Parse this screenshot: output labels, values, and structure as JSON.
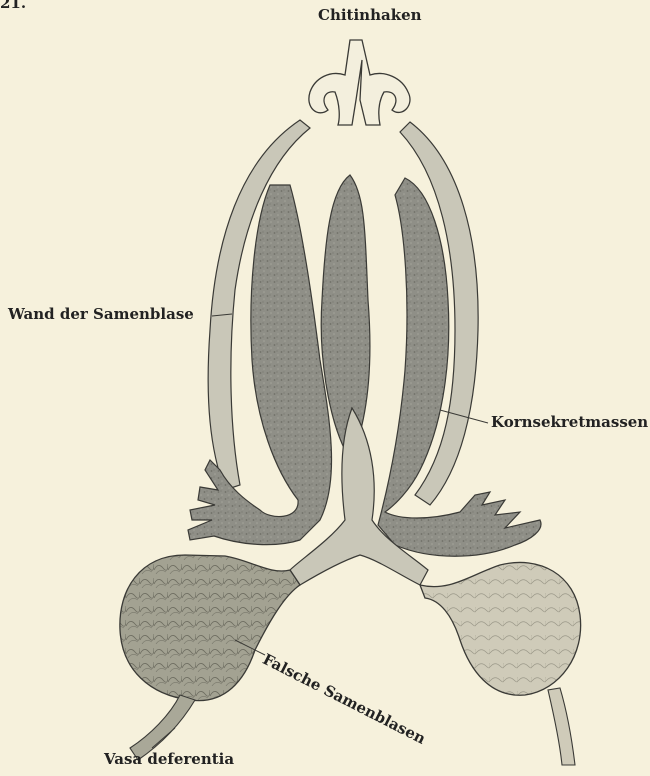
{
  "figure": {
    "number": "21.",
    "labels": {
      "chitinhaken": "Chitinhaken",
      "wand_der_samenblase": "Wand der Samenblase",
      "kornsekretmassen": "Kornsekretmassen",
      "falsche_samenblasen": "Falsche Samenblasen",
      "vasa_deferentia": "Vasa deferentia"
    }
  },
  "colors": {
    "paper": "#f6f1dc",
    "secretion_dark": "#8c8c84",
    "wall_light": "#c9c7b8",
    "vesicle": "#a9a898",
    "vesicle_right": "#cfcbb9",
    "chitin": "#f3efdd",
    "ink": "#3a3a36"
  }
}
